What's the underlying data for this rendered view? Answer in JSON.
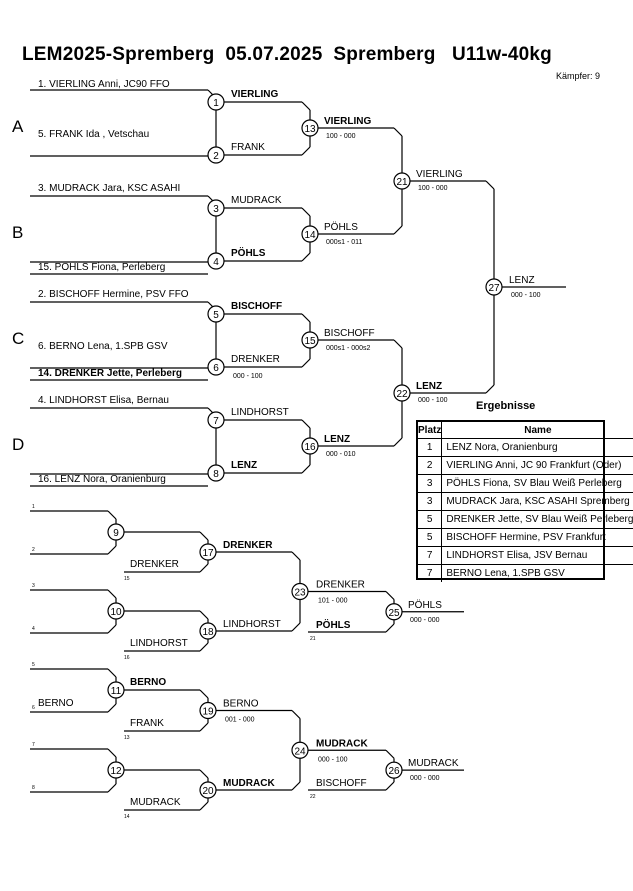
{
  "header": {
    "title": "LEM2025-Spremberg  05.07.2025  Spremberg   U11w-40kg",
    "fighters": "Kämpfer: 9"
  },
  "pools": [
    "A",
    "B",
    "C",
    "D"
  ],
  "entries": [
    {
      "text": "1. VIERLING Anni, JC90 FFO",
      "bold": false
    },
    {
      "text": "5. FRANK Ida , Vetschau",
      "bold": false
    },
    {
      "text": "3. MUDRACK Jara, KSC ASAHI",
      "bold": false
    },
    {
      "text": "15. PÖHLS Fiona, Perleberg",
      "bold": false
    },
    {
      "text": "2. BISCHOFF Hermine, PSV FFO",
      "bold": false
    },
    {
      "text": "6. BERNO Lena, 1.SPB GSV",
      "bold": false
    },
    {
      "text": "14. DRENKER Jette, Perleberg",
      "bold": true
    },
    {
      "text": "4. LINDHORST Elisa, Bernau",
      "bold": false
    },
    {
      "text": "16. LENZ Nora,  Oranienburg",
      "bold": false
    }
  ],
  "main": [
    {
      "id": "1",
      "top": "VIERLING",
      "topBold": true,
      "bottom": "FRANK",
      "bottomBold": false,
      "score": ""
    },
    {
      "id": "2",
      "top": "MUDRACK",
      "topBold": false,
      "bottom": "PÖHLS",
      "bottomBold": true,
      "score": ""
    },
    {
      "id": "3",
      "top": "BISCHOFF",
      "topBold": true,
      "bottom": "DRENKER",
      "bottomBold": false,
      "score": "000 - 100"
    },
    {
      "id": "4",
      "top": "LINDHORST",
      "topBold": false,
      "bottom": "LENZ",
      "bottomBold": true,
      "score": ""
    },
    {
      "id": "13",
      "top": "VIERLING",
      "topBold": true,
      "bottom": "",
      "bottomBold": false,
      "score": "100 - 000"
    },
    {
      "id": "14",
      "top": "PÖHLS",
      "topBold": false,
      "bottom": "",
      "bottomBold": false,
      "score": "000s1 - 011"
    },
    {
      "id": "15",
      "top": "BISCHOFF",
      "topBold": false,
      "bottom": "",
      "bottomBold": false,
      "score": "000s1 - 000s2"
    },
    {
      "id": "16",
      "top": "LENZ",
      "topBold": true,
      "bottom": "",
      "bottomBold": false,
      "score": "000 - 010"
    },
    {
      "id": "21",
      "top": "VIERLING",
      "topBold": false,
      "bottom": "",
      "bottomBold": false,
      "score": "100 - 000"
    },
    {
      "id": "22",
      "top": "LENZ",
      "topBold": true,
      "bottom": "",
      "bottomBold": false,
      "score": "000 - 100"
    },
    {
      "id": "27",
      "top": "LENZ",
      "topBold": false,
      "bottom": "",
      "bottomBold": false,
      "score": "000 - 100"
    }
  ],
  "repechage": [
    {
      "id": "9",
      "topName": "",
      "topBold": false,
      "topSmall": "1",
      "bottomName": "",
      "bottomBold": false,
      "bottomSmall": "2"
    },
    {
      "id": "10",
      "topName": "",
      "topBold": false,
      "topSmall": "3",
      "bottomName": "",
      "bottomBold": false,
      "bottomSmall": "4"
    },
    {
      "id": "11",
      "topName": "",
      "topBold": false,
      "topSmall": "5",
      "bottomName": "BERNO",
      "bottomBold": false,
      "bottomSmall": "6"
    },
    {
      "id": "12",
      "topName": "",
      "topBold": false,
      "topSmall": "7",
      "bottomName": "",
      "bottomBold": false,
      "bottomSmall": "8"
    },
    {
      "id": "17",
      "topName": "",
      "topBold": false,
      "topSmall": "",
      "bottomName": "DRENKER",
      "bottomBold": false,
      "bottomSmall": "15"
    },
    {
      "id": "18",
      "topName": "",
      "topBold": false,
      "topSmall": "",
      "bottomName": "LINDHORST",
      "bottomBold": false,
      "bottomSmall": "16"
    },
    {
      "id": "19",
      "topName": "BERNO",
      "topBold": true,
      "topSmall": "",
      "bottomName": "FRANK",
      "bottomBold": false,
      "bottomSmall": "13"
    },
    {
      "id": "20",
      "topName": "",
      "topBold": false,
      "topSmall": "",
      "bottomName": "MUDRACK",
      "bottomBold": false,
      "bottomSmall": "14"
    },
    {
      "id": "23",
      "topName": "DRENKER",
      "topBold": true,
      "topSmall": "",
      "bottomName": "LINDHORST",
      "bottomBold": false,
      "bottomSmall": "",
      "score": "101 - 000",
      "bottomSmall2": "21"
    },
    {
      "id": "24",
      "topName": "BERNO",
      "topBold": false,
      "topSmall": "",
      "bottomName": "MUDRACK",
      "bottomBold": true,
      "bottomSmall": "",
      "score": "001 - 000"
    },
    {
      "id": "25",
      "topName": "DRENKER",
      "topBold": false,
      "topSmall": "",
      "bottomName": "PÖHLS",
      "bottomBold": true,
      "bottomSmall": "21",
      "score": ""
    },
    {
      "id": "26",
      "topName": "MUDRACK",
      "topBold": true,
      "topSmall": "",
      "bottomName": "BISCHOFF",
      "bottomBold": false,
      "bottomSmall": "22",
      "score": "000 - 100"
    }
  ],
  "finals": [
    {
      "id": "25",
      "name": "PÖHLS",
      "score": "000 - 000"
    },
    {
      "id": "26",
      "name": "MUDRACK",
      "score": "000 - 000"
    }
  ],
  "results": {
    "title": "Ergebnisse",
    "headers": [
      "Platz",
      "Name"
    ],
    "rows": [
      {
        "place": "1",
        "name": "LENZ Nora,  Oranienburg"
      },
      {
        "place": "2",
        "name": "VIERLING Anni, JC 90 Frankfurt (Oder)"
      },
      {
        "place": "3",
        "name": "PÖHLS Fiona, SV Blau Weiß Perleberg"
      },
      {
        "place": "3",
        "name": "MUDRACK Jara, KSC ASAHI Spremberg"
      },
      {
        "place": "5",
        "name": "DRENKER Jette, SV Blau Weiß Perleberg"
      },
      {
        "place": "5",
        "name": "BISCHOFF Hermine, PSV Frankfurt"
      },
      {
        "place": "7",
        "name": "LINDHORST Elisa, JSV Bernau"
      },
      {
        "place": "7",
        "name": "BERNO Lena, 1.SPB GSV"
      }
    ]
  }
}
